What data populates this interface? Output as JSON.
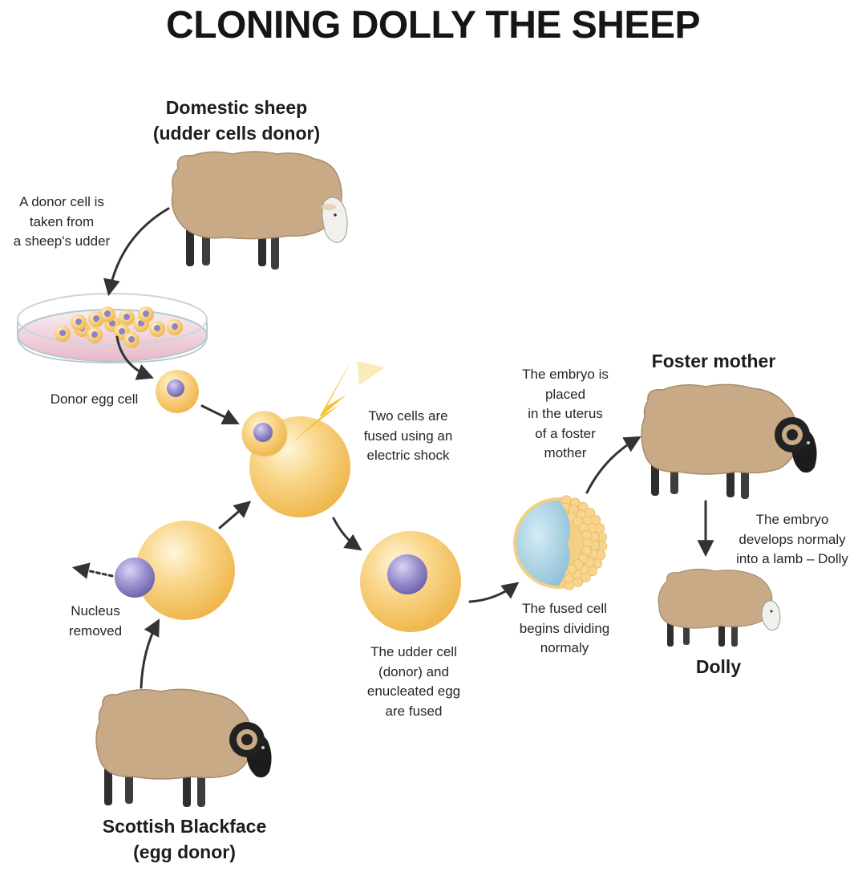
{
  "title": "CLONING DOLLY THE SHEEP",
  "headings": {
    "domestic_sheep": "Domestic sheep\n(udder cells donor)",
    "foster_mother": "Foster mother",
    "dolly": "Dolly",
    "scottish_blackface": "Scottish Blackface\n(egg donor)"
  },
  "labels": {
    "donor_cell_taken": "A donor cell is\ntaken from\na sheep's udder",
    "donor_egg_cell": "Donor egg cell",
    "two_cells_fused": "Two cells are\nfused using an\nelectric shock",
    "embryo_placed": "The embryo is\nplaced\nin the uterus\nof a foster\nmother",
    "embryo_develops": "The embryo\ndevelops normaly\ninto a lamb – Dolly",
    "nucleus_removed": "Nucleus\nremoved",
    "fused_cell_dividing": "The fused cell\nbegins dividing\nnormaly",
    "udder_cell_fused": "The udder cell\n(donor) and\nenucleated egg\nare fused"
  },
  "colors": {
    "wool": "#c8aa86",
    "wool_dark": "#a88c6a",
    "cell": "#f5c15f",
    "nucleus": "#8e84c4",
    "embryo_fluid": "#a9cfe0",
    "arrow": "#333333",
    "lightning": "#f2c230"
  }
}
